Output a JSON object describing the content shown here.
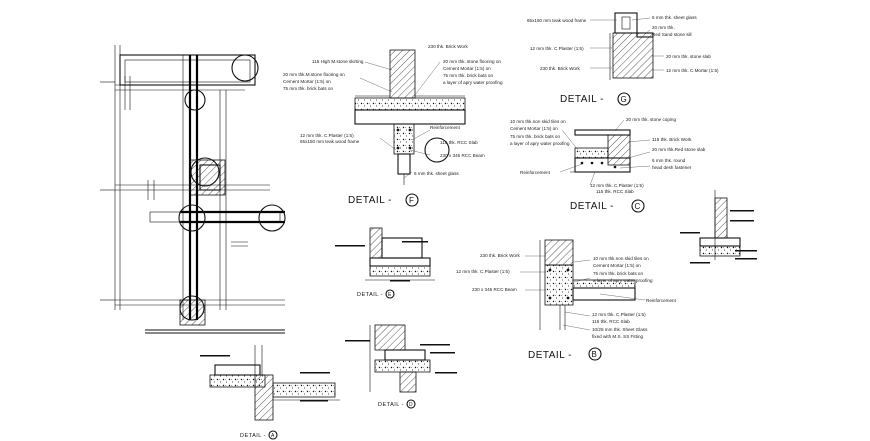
{
  "details": {
    "F": {
      "title": "DETAIL -",
      "letter": "F",
      "labels": [
        "230 thk. Brick Work",
        "115 High M.stone skirting",
        "20 mm thk. stone flooring on",
        "Cement Mortar (1:5) on",
        "75 mm thk. brick bats on",
        "a layer of apry water proofing",
        "20 mm thk.M.stone flooring on",
        "Cement Mortar (1:5) on",
        "75 mm thk. brick bats on",
        "12 mm thk. C.Plaster (1:5)",
        "65x150 mm teak wood frame",
        "Reinforcement",
        "115 thk. RCC Slab",
        "230 x 345 RCC Beam",
        "6 mm thk. sheet glass"
      ]
    },
    "G": {
      "title": "DETAIL -",
      "letter": "G",
      "labels": [
        "65x150 mm teak wood frame",
        "6 mm thk. sheet glass",
        "20 mm thk.",
        "Red Sand stone sill",
        "12 mm thk. C.Plaster (1:5)",
        "20 mm thk. stone slab",
        "230 thk. Brick Work",
        "12 mm thk. C.Mortar (1:5)"
      ]
    },
    "C": {
      "title": "DETAIL -",
      "letter": "C",
      "labels": [
        "20 mm thk. stone coping",
        "10 mm thk.non skid tiles on",
        "Cement Mortar (1:5) on",
        "75 mm thk. brick bats on",
        "a layer of apry water proofing",
        "115 thk. Brick Work",
        "20 mm thk.Red stone slab",
        "6 mm thk. round",
        "head desh fastener",
        "Reinforcement",
        "12 mm thk. C.Plaster (1:5)",
        "115 thk. RCC Slab"
      ]
    },
    "B": {
      "title": "DETAIL -",
      "letter": "B",
      "labels": [
        "230 thk. Brick Work",
        "10 mm thk.non skid tiles on",
        "Cement Mortar (1:5) on",
        "12 mm thk. C.Plaster (1:5)",
        "75 mm thk. brick bats on",
        "a layer of apry water proofing",
        "230 x 345 RCC Beam",
        "Reinforcement",
        "12 mm thk. C.Plaster (1:5)",
        "115 thk. RCC Slab",
        "10/25 mm thk. Sheet Glass",
        "fixed with M.S. SS Fitting"
      ]
    },
    "E": {
      "title": "DETAIL -",
      "letter": "E"
    },
    "D": {
      "title": "DETAIL -",
      "letter": "D"
    },
    "A": {
      "title": "DETAIL -",
      "letter": "A"
    }
  }
}
